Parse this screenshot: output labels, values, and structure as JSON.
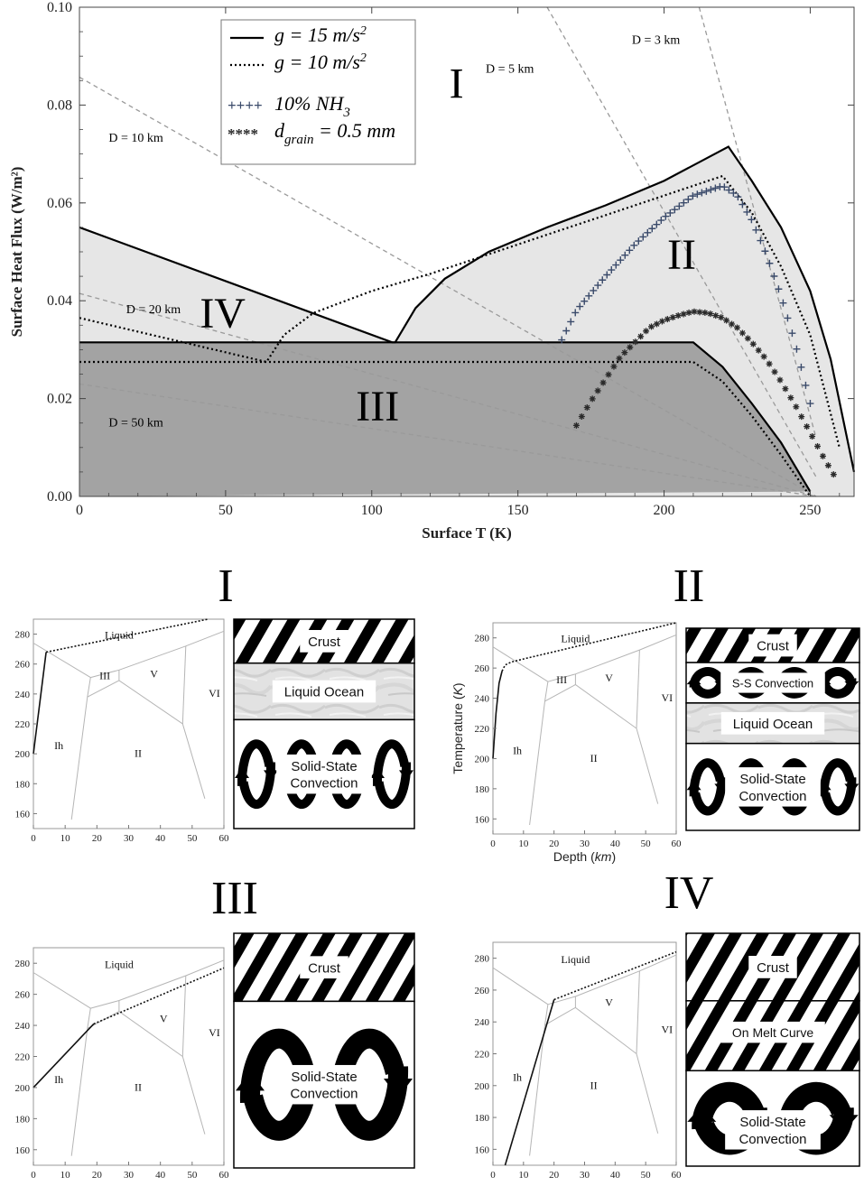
{
  "chart_data": [
    {
      "type": "area",
      "xlabel": "Surface T (K)",
      "ylabel": "Surface Heat Flux (W/m²)",
      "xlim": [
        0,
        265
      ],
      "ylim": [
        0,
        0.1
      ],
      "xticks": [
        0,
        50,
        100,
        150,
        200,
        250
      ],
      "xtick_labels": [
        "0",
        "50",
        "100",
        "150",
        "200",
        "250"
      ],
      "yticks": [
        0,
        0.02,
        0.04,
        0.06,
        0.08,
        0.1
      ],
      "ytick_labels": [
        "0.00",
        "0.02",
        "0.04",
        "0.06",
        "0.08",
        "0.10"
      ],
      "grid": false,
      "legend_placement": "top-left",
      "legend": [
        {
          "symbol": "solid",
          "text": "g = 15 m/s",
          "sup": "2"
        },
        {
          "symbol": "dotted",
          "text": "g = 10 m/s",
          "sup": "2"
        },
        {
          "symbol": "plus",
          "text": "10% NH",
          "sub": "3"
        },
        {
          "symbol": "star",
          "text": "d",
          "sub": "grain",
          "after": " = 0.5 mm"
        }
      ],
      "legend_symbols": {
        "plus": "++++",
        "star": "****"
      },
      "region_labels": [
        {
          "text": "I",
          "x": 129,
          "y": 0.0815
        },
        {
          "text": "II",
          "x": 206,
          "y": 0.0465
        },
        {
          "text": "III",
          "x": 102,
          "y": 0.0155
        },
        {
          "text": "IV",
          "x": 49,
          "y": 0.0345
        }
      ],
      "depth_lines": [
        {
          "label": "D = 3 km",
          "x": [
            212,
            252
          ],
          "y": [
            0.1,
            0.012
          ],
          "label_x": 189,
          "label_y": 0.0925
        },
        {
          "label": "D = 5 km",
          "x": [
            160,
            252
          ],
          "y": [
            0.1,
            0.004
          ],
          "label_x": 139,
          "label_y": 0.0866
        },
        {
          "label": "D = 10 km",
          "x": [
            0,
            252
          ],
          "y": [
            0.0857,
            0.0
          ],
          "label_x": 10,
          "label_y": 0.0725
        },
        {
          "label": "D = 20 km",
          "x": [
            0,
            252
          ],
          "y": [
            0.0415,
            0.0
          ],
          "label_x": 16,
          "label_y": 0.0375
        },
        {
          "label": "D = 50 km",
          "x": [
            0,
            252
          ],
          "y": [
            0.023,
            0.0
          ],
          "label_x": 10,
          "label_y": 0.0143
        }
      ],
      "series": [
        {
          "name": "g = 15 m/s²",
          "style": "solid",
          "x": [
            0,
            107,
            108,
            115,
            125,
            140,
            160,
            180,
            200,
            222,
            230,
            240,
            250,
            257,
            265
          ],
          "y": [
            0.055,
            0.0315,
            0.0315,
            0.0385,
            0.0445,
            0.05,
            0.055,
            0.0595,
            0.0645,
            0.0715,
            0.0645,
            0.055,
            0.042,
            0.028,
            0.005
          ]
        },
        {
          "name": "g = 10 m/s²",
          "style": "dotted",
          "x": [
            0,
            64,
            70,
            80,
            100,
            120,
            140,
            160,
            180,
            200,
            220,
            230,
            240,
            250,
            260
          ],
          "y": [
            0.0365,
            0.0275,
            0.033,
            0.0375,
            0.042,
            0.0455,
            0.0495,
            0.0535,
            0.0575,
            0.0615,
            0.0655,
            0.058,
            0.047,
            0.033,
            0.01
          ]
        },
        {
          "name": "g = 15 m/s² base",
          "style": "solid",
          "x": [
            0,
            210,
            220,
            230,
            240,
            250
          ],
          "y": [
            0.0315,
            0.0315,
            0.0265,
            0.019,
            0.011,
            0.001
          ]
        },
        {
          "name": "g = 10 m/s² base",
          "style": "dotted",
          "x": [
            0,
            210,
            220,
            230,
            240,
            250
          ],
          "y": [
            0.0275,
            0.0275,
            0.0235,
            0.0165,
            0.0085,
            0.0
          ]
        },
        {
          "name": "10% NH3",
          "style": "plus",
          "x": [
            165,
            170,
            180,
            190,
            200,
            210,
            220,
            225,
            230,
            235,
            240,
            245,
            250
          ],
          "y": [
            0.032,
            0.038,
            0.045,
            0.0515,
            0.057,
            0.0615,
            0.0635,
            0.0615,
            0.0565,
            0.0495,
            0.041,
            0.031,
            0.019
          ]
        },
        {
          "name": "d grain = 0.5 mm",
          "style": "star",
          "x": [
            170,
            175,
            180,
            185,
            190,
            195,
            200,
            205,
            210,
            215,
            220,
            225,
            230,
            235,
            240,
            245,
            250,
            255,
            258
          ],
          "y": [
            0.0145,
            0.0195,
            0.024,
            0.0285,
            0.0315,
            0.0345,
            0.036,
            0.037,
            0.0378,
            0.0375,
            0.0365,
            0.0345,
            0.0315,
            0.028,
            0.0235,
            0.0185,
            0.013,
            0.0075,
            0.0045
          ]
        }
      ]
    },
    {
      "type": "line",
      "panel": "I",
      "xlim": [
        0,
        60
      ],
      "ylim": [
        150,
        290
      ],
      "xticks": [
        0,
        10,
        20,
        30,
        40,
        50,
        60
      ],
      "yticks": [
        160,
        180,
        200,
        220,
        240,
        260,
        280
      ],
      "xlabel": "",
      "ylabel": "",
      "phase_labels": [
        {
          "text": "Liquid",
          "x": 27,
          "y": 277
        },
        {
          "text": "III",
          "x": 22.5,
          "y": 250
        },
        {
          "text": "V",
          "x": 38,
          "y": 251
        },
        {
          "text": "VI",
          "x": 57,
          "y": 238
        },
        {
          "text": "Ih",
          "x": 8,
          "y": 203
        },
        {
          "text": "II",
          "x": 33,
          "y": 198
        }
      ],
      "profile_solid": {
        "x": [
          0,
          4
        ],
        "y": [
          200,
          268
        ]
      },
      "profile_dotted": {
        "x": [
          4,
          55
        ],
        "y": [
          268,
          290
        ]
      }
    },
    {
      "type": "line",
      "panel": "II",
      "xlim": [
        0,
        60
      ],
      "ylim": [
        150,
        290
      ],
      "xticks": [
        0,
        10,
        20,
        30,
        40,
        50,
        60
      ],
      "yticks": [
        160,
        180,
        200,
        220,
        240,
        260,
        280
      ],
      "xlabel": "Depth (km)",
      "ylabel": "Temperature (K)",
      "phase_labels": [
        {
          "text": "Liquid",
          "x": 27,
          "y": 277
        },
        {
          "text": "III",
          "x": 22.5,
          "y": 250
        },
        {
          "text": "V",
          "x": 38,
          "y": 251
        },
        {
          "text": "VI",
          "x": 57,
          "y": 238
        },
        {
          "text": "Ih",
          "x": 8,
          "y": 203
        },
        {
          "text": "II",
          "x": 33,
          "y": 198
        }
      ],
      "profile_solid": {
        "x": [
          0,
          1,
          2,
          3
        ],
        "y": [
          200,
          230,
          250,
          258
        ]
      },
      "profile_dotted": {
        "x": [
          3,
          4,
          6,
          10,
          60
        ],
        "y": [
          258,
          262,
          264,
          266,
          290
        ]
      }
    },
    {
      "type": "line",
      "panel": "III",
      "xlim": [
        0,
        60
      ],
      "ylim": [
        150,
        290
      ],
      "xticks": [
        0,
        10,
        20,
        30,
        40,
        50,
        60
      ],
      "yticks": [
        160,
        180,
        200,
        220,
        240,
        260,
        280
      ],
      "xlabel": "",
      "ylabel": "",
      "phase_labels": [
        {
          "text": "Liquid",
          "x": 27,
          "y": 277
        },
        {
          "text": "V",
          "x": 41,
          "y": 242
        },
        {
          "text": "VI",
          "x": 57,
          "y": 233
        },
        {
          "text": "Ih",
          "x": 8,
          "y": 203
        },
        {
          "text": "II",
          "x": 33,
          "y": 198
        }
      ],
      "profile_solid": {
        "x": [
          0,
          19
        ],
        "y": [
          200,
          241
        ]
      },
      "profile_dotted": {
        "x": [
          19,
          60
        ],
        "y": [
          241,
          277
        ]
      }
    },
    {
      "type": "line",
      "panel": "IV",
      "xlim": [
        0,
        60
      ],
      "ylim": [
        150,
        290
      ],
      "xticks": [
        0,
        10,
        20,
        30,
        40,
        50,
        60
      ],
      "yticks": [
        160,
        180,
        200,
        220,
        240,
        260,
        280
      ],
      "xlabel": "",
      "ylabel": "",
      "phase_labels": [
        {
          "text": "Liquid",
          "x": 27,
          "y": 277
        },
        {
          "text": "V",
          "x": 38,
          "y": 250
        },
        {
          "text": "VI",
          "x": 57,
          "y": 233
        },
        {
          "text": "Ih",
          "x": 8,
          "y": 203
        },
        {
          "text": "II",
          "x": 33,
          "y": 198
        }
      ],
      "profile_solid": {
        "x": [
          4,
          20
        ],
        "y": [
          150,
          254
        ]
      },
      "profile_dotted": {
        "x": [
          20,
          60
        ],
        "y": [
          254,
          284
        ]
      }
    }
  ],
  "panels": [
    {
      "title": "I",
      "layers": [
        {
          "kind": "crust",
          "label": "Crust",
          "frac": 0.21
        },
        {
          "kind": "ocean",
          "label": "Liquid Ocean",
          "frac": 0.27
        },
        {
          "kind": "convection",
          "label": "Solid-State\nConvection",
          "frac": 0.52
        }
      ]
    },
    {
      "title": "II",
      "layers": [
        {
          "kind": "crust",
          "label": "Crust",
          "frac": 0.17
        },
        {
          "kind": "ss",
          "label": "S-S Convection",
          "frac": 0.2
        },
        {
          "kind": "ocean",
          "label": "Liquid Ocean",
          "frac": 0.2
        },
        {
          "kind": "convection",
          "label": "Solid-State\nConvection",
          "frac": 0.43
        }
      ]
    },
    {
      "title": "III",
      "layers": [
        {
          "kind": "crust",
          "label": "Crust",
          "frac": 0.29
        },
        {
          "kind": "convection-big",
          "label": "Solid-State\nConvection",
          "frac": 0.71
        }
      ]
    },
    {
      "title": "IV",
      "layers": [
        {
          "kind": "crust",
          "label": "Crust",
          "frac": 0.29
        },
        {
          "kind": "melt",
          "label": "On Melt Curve",
          "frac": 0.3
        },
        {
          "kind": "convection-up",
          "label": "Solid-State\nConvection",
          "frac": 0.41
        }
      ]
    }
  ]
}
